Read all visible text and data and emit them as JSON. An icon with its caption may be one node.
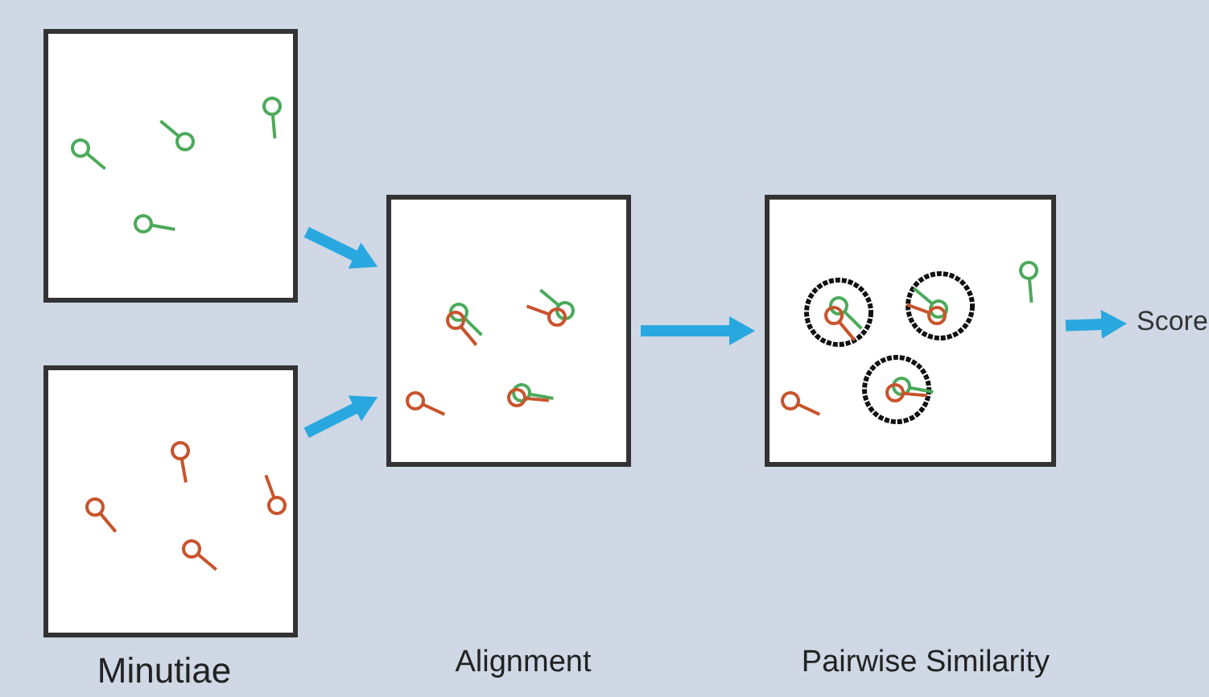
{
  "diagram": {
    "nodes": [
      {
        "text": [],
        "shape": "box"
      },
      {
        "text": [],
        "shape": "box"
      },
      {
        "text": [],
        "shape": "box"
      },
      {
        "text": [],
        "shape": "box"
      },
      {
        "text": [
          "Score"
        ]
      }
    ],
    "edges": [
      {
        "from": 0,
        "to": 2,
        "arrow": "to"
      },
      {
        "from": 1,
        "to": 2,
        "arrow": "to"
      },
      {
        "from": 2,
        "to": 3,
        "arrow": "to"
      },
      {
        "from": 3,
        "to": 4,
        "arrow": "to"
      }
    ],
    "labels": [
      "Minutiae",
      "Alignment",
      "Pairwise Similarity"
    ]
  }
}
